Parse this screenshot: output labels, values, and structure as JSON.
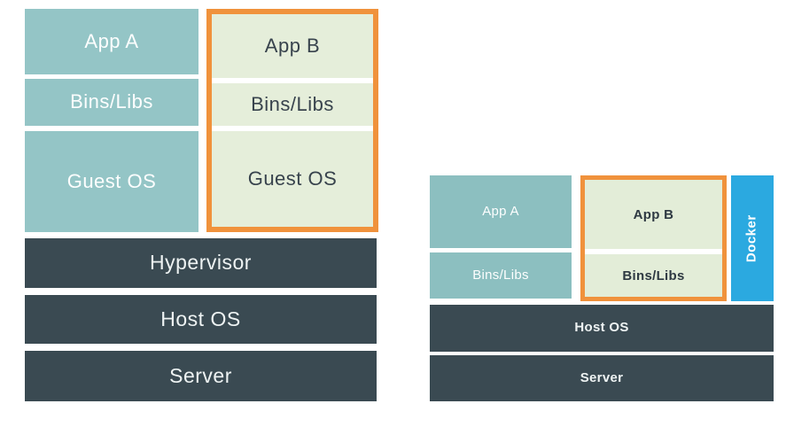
{
  "colors": {
    "teal_large": "#94C5C6",
    "teal_small": "#8CBFC0",
    "pale_green_large": "#E5EEDA",
    "pale_green_small": "#E3EDD8",
    "orange_border": "#F0923C",
    "dark_slate": "#3A4A52",
    "docker_blue": "#2BA9E0",
    "background": "#FFFFFF"
  },
  "vm_stack": {
    "left_column": [
      {
        "label": "App A"
      },
      {
        "label": "Bins/Libs"
      },
      {
        "label": "Guest OS"
      }
    ],
    "highlight_column": [
      {
        "label": "App B"
      },
      {
        "label": "Bins/Libs"
      },
      {
        "label": "Guest OS"
      }
    ],
    "base_layers": [
      {
        "label": "Hypervisor"
      },
      {
        "label": "Host OS"
      },
      {
        "label": "Server"
      }
    ]
  },
  "docker_stack": {
    "left_column": [
      {
        "label": "App A"
      },
      {
        "label": "Bins/Libs"
      }
    ],
    "highlight_column": [
      {
        "label": "App B"
      },
      {
        "label": "Bins/Libs"
      }
    ],
    "docker_label": "Docker",
    "base_layers": [
      {
        "label": "Host OS"
      },
      {
        "label": "Server"
      }
    ]
  }
}
